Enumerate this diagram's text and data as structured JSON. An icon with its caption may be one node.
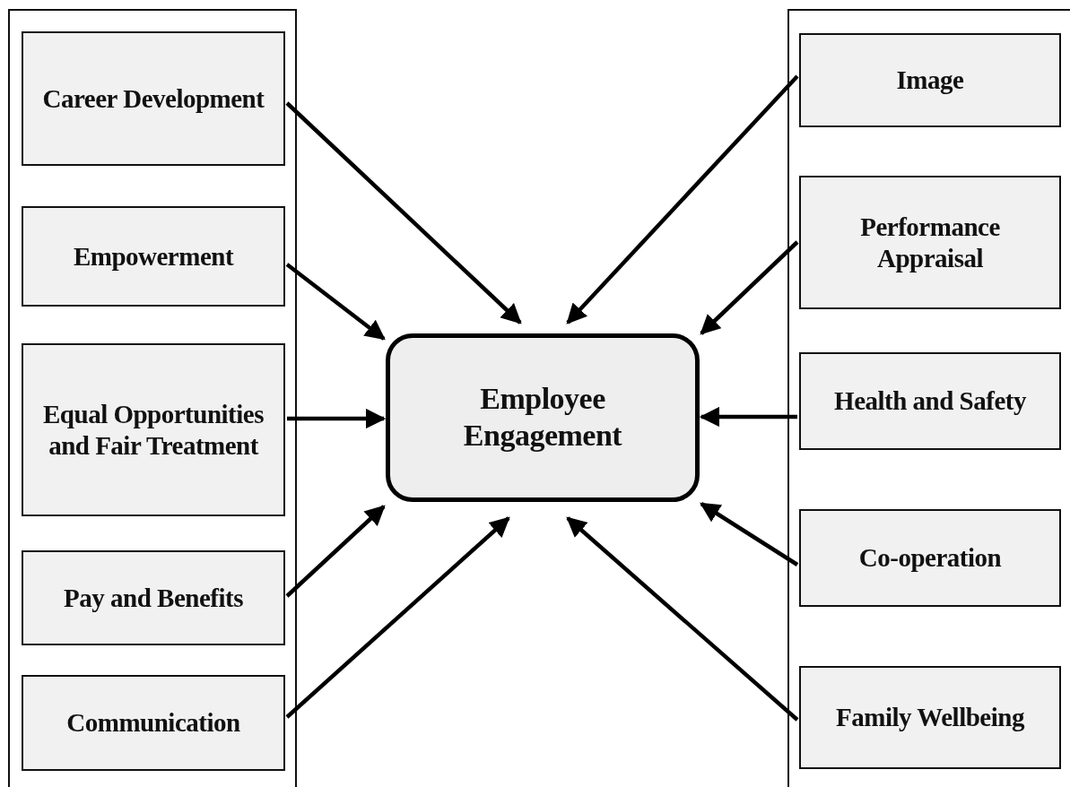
{
  "diagram": {
    "nodes": [
      {
        "text": [],
        "shape": "box"
      },
      {
        "text": [
          "Career Development"
        ],
        "in": 0
      },
      {
        "text": [
          "Empowerment"
        ],
        "in": 0
      },
      {
        "text": [
          "Equal Opportunities and Fair Treatment"
        ],
        "in": 0
      },
      {
        "text": [
          "Pay and Benefits"
        ],
        "in": 0
      },
      {
        "text": [
          "Communication"
        ],
        "in": 0
      },
      {
        "text": [],
        "shape": "box"
      },
      {
        "text": [
          "Image"
        ],
        "in": 6
      },
      {
        "text": [
          "Performance Appraisal"
        ],
        "in": 6
      },
      {
        "text": [
          "Health and Safety"
        ],
        "in": 6
      },
      {
        "text": [
          "Co-operation"
        ],
        "in": 6
      },
      {
        "text": [
          "Family Wellbeing"
        ],
        "in": 6
      },
      {
        "text": [
          "Employee Engagement"
        ]
      }
    ],
    "edges": [
      {
        "from": 1,
        "to": 12,
        "arrow": "to"
      },
      {
        "from": 2,
        "to": 12,
        "arrow": "to"
      },
      {
        "from": 3,
        "to": 12,
        "arrow": "to"
      },
      {
        "from": 4,
        "to": 12,
        "arrow": "to"
      },
      {
        "from": 5,
        "to": 12,
        "arrow": "to"
      },
      {
        "from": 7,
        "to": 12,
        "arrow": "to"
      },
      {
        "from": 8,
        "to": 12,
        "arrow": "to"
      },
      {
        "from": 9,
        "to": 12,
        "arrow": "to"
      },
      {
        "from": 10,
        "to": 12,
        "arrow": "to"
      },
      {
        "from": 11,
        "to": 12,
        "arrow": "to"
      }
    ]
  }
}
